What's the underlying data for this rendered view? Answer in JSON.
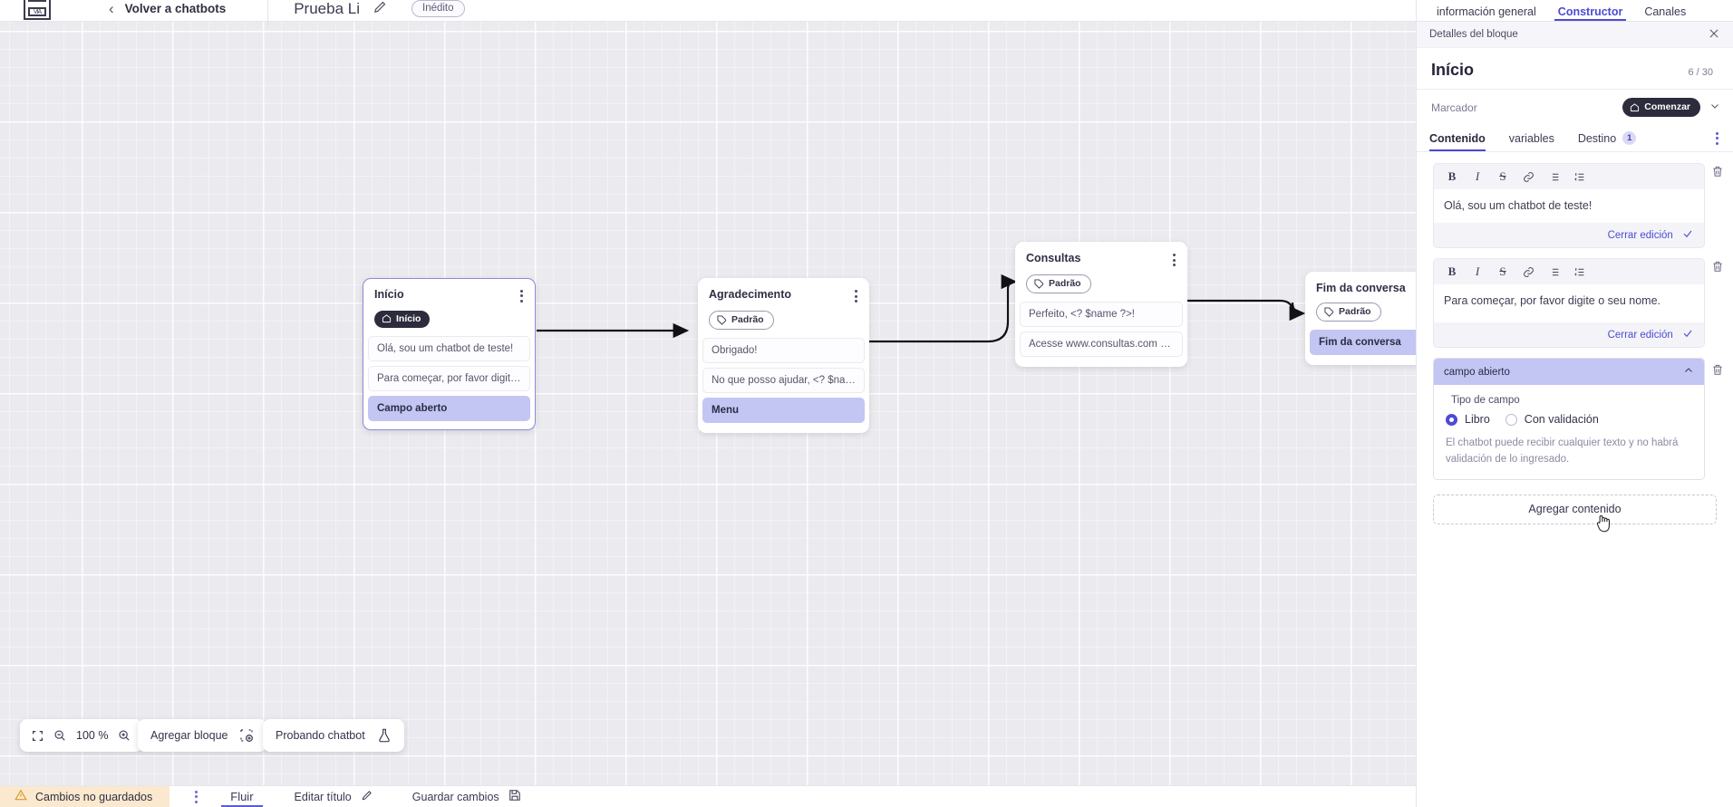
{
  "topbar": {
    "logo_name": "via-logo",
    "back_label": "Volver a chatbots",
    "doc_title": "Prueba Li",
    "status_badge": "Inédito"
  },
  "canvas": {
    "nodes": [
      {
        "id": "inicio",
        "title": "Início",
        "tag": "Início",
        "tag_type": "start",
        "selected": true,
        "items": [
          {
            "text": "Olá, sou um chatbot de teste!",
            "selected": false
          },
          {
            "text": "Para começar, por favor digite o ...",
            "selected": false
          },
          {
            "text": "Campo aberto",
            "selected": true
          }
        ]
      },
      {
        "id": "agradecimento",
        "title": "Agradecimento",
        "tag": "Padrão",
        "tag_type": "default",
        "selected": false,
        "items": [
          {
            "text": "Obrigado!",
            "selected": false
          },
          {
            "text": "No que posso ajudar, <? $name ...",
            "selected": false
          },
          {
            "text": "Menu",
            "selected": true
          }
        ]
      },
      {
        "id": "consultas",
        "title": "Consultas",
        "tag": "Padrão",
        "tag_type": "default",
        "selected": false,
        "items": [
          {
            "text": "Perfeito, <? $name ?>!",
            "selected": false
          },
          {
            "text": "Acesse www.consultas.com par...",
            "selected": false
          }
        ]
      },
      {
        "id": "fim",
        "title": "Fim da conversa",
        "tag": "Padrão",
        "tag_type": "default",
        "selected": false,
        "items": [
          {
            "text": "Fim da conversa",
            "selected": true
          }
        ]
      }
    ]
  },
  "toolbar": {
    "fit_icon": "fit-screen-icon",
    "zoom_out_icon": "zoom-out-icon",
    "zoom_level": "100 %",
    "zoom_in_icon": "zoom-in-icon",
    "add_block_label": "Agregar bloque",
    "add_block_icon": "add-block-icon",
    "test_bot_label": "Probando chatbot",
    "test_bot_icon": "flask-icon"
  },
  "statusbar": {
    "unsaved_label": "Cambios no guardados",
    "warning_icon": "warning-triangle-icon",
    "kebab_icon": "more-options-icon",
    "tab_flow": "Fluir",
    "edit_title_label": "Editar título",
    "edit_title_icon": "pencil-icon",
    "save_label": "Guardar cambios",
    "save_icon": "save-disk-icon"
  },
  "panel": {
    "tabs": [
      {
        "label": "información general",
        "active": false
      },
      {
        "label": "Constructor",
        "active": true
      },
      {
        "label": "Canales",
        "active": false
      }
    ],
    "subhead": "Detalles del bloque",
    "close_icon": "close-icon",
    "block_title": "Início",
    "block_count": "6 / 30",
    "marker_label": "Marcador",
    "marker_pill": "Comenzar",
    "marker_pill_icon": "home-icon",
    "marker_chevron": "chevron-down-icon",
    "content_tabs": [
      {
        "label": "Contenido",
        "active": true,
        "count": null
      },
      {
        "label": "variables",
        "active": false,
        "count": null
      },
      {
        "label": "Destino",
        "active": false,
        "count": "1"
      }
    ],
    "editor_tools": [
      "B",
      "I",
      "S",
      "link",
      "ul",
      "ol"
    ],
    "editors": [
      {
        "text": "Olá, sou um chatbot de teste!",
        "footer": "Cerrar edición",
        "delete_icon": "trash-icon"
      },
      {
        "text": "Para começar, por favor digite o seu nome.",
        "footer": "Cerrar edición",
        "delete_icon": "trash-icon"
      }
    ],
    "field_card": {
      "header": "campo abierto",
      "collapse_icon": "chevron-up-icon",
      "delete_icon": "trash-icon",
      "type_label": "Tipo de campo",
      "options": [
        {
          "label": "Libro",
          "selected": true
        },
        {
          "label": "Con validación",
          "selected": false
        }
      ],
      "note": "El chatbot puede recibir cualquier texto y no habrá validación de lo ingresado."
    },
    "add_content_label": "Agregar contenido"
  },
  "colors": {
    "accent": "#4b4bd4",
    "selected_item": "#c3c6f3",
    "dark_pill": "#2c2c3d",
    "unsaved_bg": "#fbe9cf",
    "canvas_bg": "#ebebef"
  }
}
